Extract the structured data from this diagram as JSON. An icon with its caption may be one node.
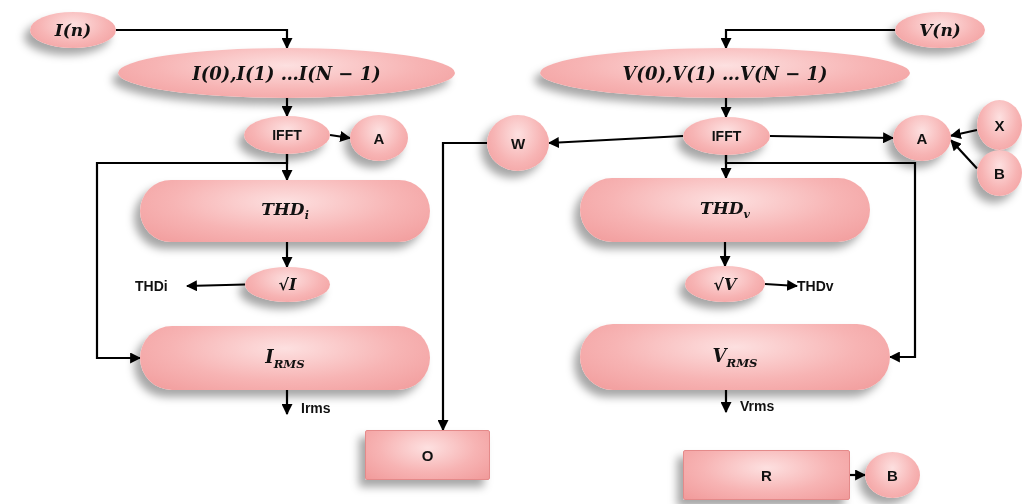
{
  "diagram": {
    "nodes": [
      {
        "text": [
          "I(n)"
        ]
      },
      {
        "text": [
          "I(0),I(1) …I(N − 1)"
        ]
      },
      {
        "text": [
          "IFFT"
        ]
      },
      {
        "text": [
          "A"
        ]
      },
      {
        "text": [
          "THD$_{i}$"
        ]
      },
      {
        "text": [
          "THDi"
        ]
      },
      {
        "text": [
          "√I"
        ]
      },
      {
        "text": [
          "I$_{RMS}$"
        ]
      },
      {
        "text": [
          "Irms"
        ]
      },
      {
        "text": [
          "O"
        ]
      },
      {
        "text": [
          "V(n)"
        ]
      },
      {
        "text": [
          "V(0),V(1) …V(N − 1)"
        ]
      },
      {
        "text": [
          "W"
        ]
      },
      {
        "text": [
          "IFFT"
        ]
      },
      {
        "text": [
          "A"
        ]
      },
      {
        "text": [
          "X"
        ]
      },
      {
        "text": [
          "B"
        ]
      },
      {
        "text": [
          "THD$_{v}$"
        ]
      },
      {
        "text": [
          "√V"
        ]
      },
      {
        "text": [
          "THDv"
        ]
      },
      {
        "text": [
          "V$_{RMS}$"
        ]
      },
      {
        "text": [
          "Vrms"
        ]
      },
      {
        "text": [
          "R"
        ]
      },
      {
        "text": [
          "B"
        ]
      }
    ],
    "edges": [
      {
        "from": 0,
        "to": 1,
        "arrow": "to"
      },
      {
        "from": 1,
        "to": 2,
        "arrow": "to"
      },
      {
        "from": 2,
        "to": 3,
        "arrow": "to"
      },
      {
        "from": 2,
        "to": 4,
        "arrow": "to"
      },
      {
        "from": 2,
        "to": 7,
        "arrow": "to"
      },
      {
        "from": 4,
        "to": 6,
        "arrow": "to"
      },
      {
        "from": 6,
        "to": 5,
        "arrow": "to"
      },
      {
        "from": 7,
        "to": 8,
        "arrow": "to"
      },
      {
        "from": 12,
        "to": 9,
        "arrow": "to"
      },
      {
        "from": 10,
        "to": 11,
        "arrow": "to"
      },
      {
        "from": 11,
        "to": 13,
        "arrow": "to"
      },
      {
        "from": 13,
        "to": 12,
        "arrow": "to"
      },
      {
        "from": 13,
        "to": 14,
        "arrow": "to"
      },
      {
        "from": 15,
        "to": 14,
        "arrow": "to"
      },
      {
        "from": 16,
        "to": 14,
        "arrow": "to"
      },
      {
        "from": 13,
        "to": 17,
        "arrow": "to"
      },
      {
        "from": 13,
        "to": 20,
        "arrow": "to"
      },
      {
        "from": 17,
        "to": 18,
        "arrow": "to"
      },
      {
        "from": 18,
        "to": 19,
        "arrow": "to"
      },
      {
        "from": 20,
        "to": 21,
        "arrow": "to"
      },
      {
        "from": 22,
        "to": 23,
        "arrow": "to"
      }
    ]
  }
}
